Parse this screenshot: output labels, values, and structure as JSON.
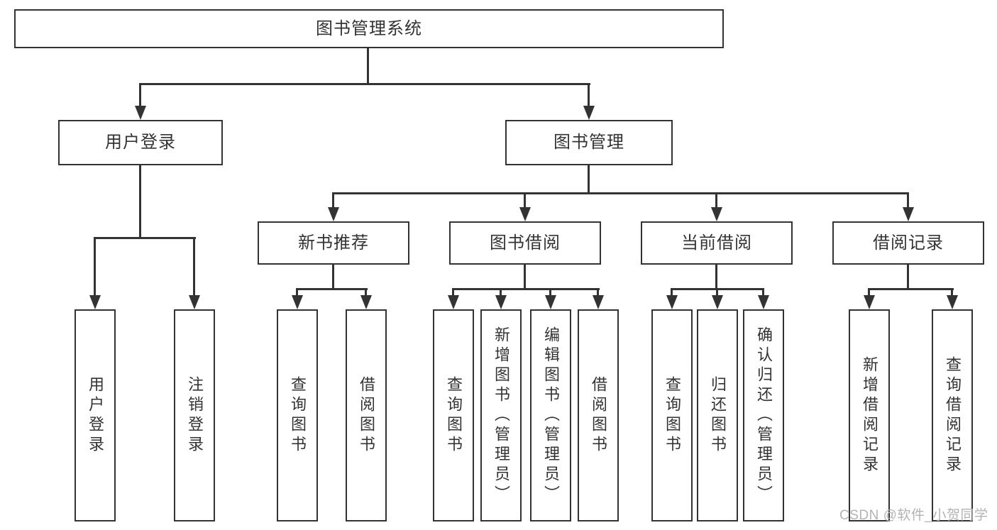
{
  "diagram_title": "图书管理系统",
  "nodes": {
    "root": {
      "label": "图书管理系统"
    },
    "user_login": {
      "label": "用户登录"
    },
    "book_mgmt": {
      "label": "图书管理"
    },
    "new_book_rec": {
      "label": "新书推荐"
    },
    "book_borrow": {
      "label": "图书借阅"
    },
    "current_borrow": {
      "label": "当前借阅"
    },
    "borrow_record": {
      "label": "借阅记录"
    },
    "leaf_user_login": {
      "label": "用户登录"
    },
    "leaf_logout": {
      "label": "注销登录"
    },
    "rec_query_book": {
      "label": "查询图书"
    },
    "rec_borrow_book": {
      "label": "借阅图书"
    },
    "bor_query_book": {
      "label": "查询图书"
    },
    "bor_add_book": {
      "label": "新增图书（管理员）"
    },
    "bor_edit_book": {
      "label": "编辑图书（管理员）"
    },
    "bor_borrow_book": {
      "label": "借阅图书"
    },
    "cur_query_book": {
      "label": "查询图书"
    },
    "cur_return_book": {
      "label": "归还图书"
    },
    "cur_confirm_return": {
      "label": "确认归还（管理员）"
    },
    "hist_add_record": {
      "label": "新增借阅记录"
    },
    "hist_query_record": {
      "label": "查询借阅记录"
    }
  },
  "hierarchy": {
    "图书管理系统": {
      "用户登录": [
        "用户登录",
        "注销登录"
      ],
      "图书管理": {
        "新书推荐": [
          "查询图书",
          "借阅图书"
        ],
        "图书借阅": [
          "查询图书",
          "新增图书（管理员）",
          "编辑图书（管理员）",
          "借阅图书"
        ],
        "当前借阅": [
          "查询图书",
          "归还图书",
          "确认归还（管理员）"
        ],
        "借阅记录": [
          "新增借阅记录",
          "查询借阅记录"
        ]
      }
    }
  },
  "watermark": "CSDN @软件_小贺同学",
  "colors": {
    "line": "#333333",
    "text": "#333333",
    "box_background": "#ffffff",
    "page_background": "#ffffff",
    "watermark": "#b3b3b3"
  }
}
